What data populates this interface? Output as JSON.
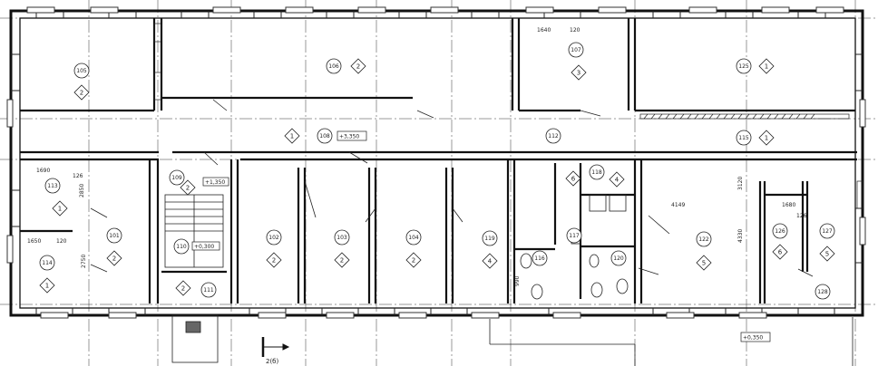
{
  "drawing": {
    "section_mark": "2(б)",
    "elevation_main": "+3,350",
    "elevation_stair": "+1,350",
    "elevation_landing": "+0,300",
    "elevation_outside": "+0,350"
  },
  "rooms": [
    {
      "id": "room-105",
      "num": "105",
      "cat": "2"
    },
    {
      "id": "room-106",
      "num": "106",
      "cat": "2"
    },
    {
      "id": "room-107",
      "num": "107",
      "cat": "3"
    },
    {
      "id": "room-125",
      "num": "125",
      "cat": "1"
    },
    {
      "id": "room-108",
      "num": "108",
      "cat": "1"
    },
    {
      "id": "room-115",
      "num": "115",
      "cat": "1"
    },
    {
      "id": "room-101",
      "num": "101",
      "cat": "2"
    },
    {
      "id": "room-102",
      "num": "102",
      "cat": "2"
    },
    {
      "id": "room-103",
      "num": "103",
      "cat": "2"
    },
    {
      "id": "room-104",
      "num": "104",
      "cat": "2"
    },
    {
      "id": "room-109",
      "num": "109",
      "cat": "2"
    },
    {
      "id": "room-110",
      "num": "110",
      "cat": "2"
    },
    {
      "id": "room-111",
      "num": "111",
      "cat": "2"
    },
    {
      "id": "room-112",
      "num": "112",
      "cat": "6"
    },
    {
      "id": "room-116",
      "num": "116",
      "cat": "4"
    },
    {
      "id": "room-117",
      "num": "117",
      "cat": "4"
    },
    {
      "id": "room-118",
      "num": "118",
      "cat": "4"
    },
    {
      "id": "room-119",
      "num": "119",
      "cat": "4"
    },
    {
      "id": "room-120",
      "num": "120",
      "cat": "4"
    },
    {
      "id": "room-122",
      "num": "122",
      "cat": "5"
    },
    {
      "id": "room-126",
      "num": "126",
      "cat": "6"
    },
    {
      "id": "room-127",
      "num": "127",
      "cat": "5"
    },
    {
      "id": "room-128",
      "num": "128",
      "cat": "5"
    },
    {
      "id": "room-113",
      "num": "113",
      "cat": "1"
    },
    {
      "id": "room-114",
      "num": "114",
      "cat": "1"
    }
  ],
  "dimensions": [
    "1690",
    "126",
    "2850",
    "1650",
    "120",
    "2750",
    "4149",
    "4330",
    "1680",
    "126",
    "3120",
    "1640",
    "990",
    "120"
  ]
}
